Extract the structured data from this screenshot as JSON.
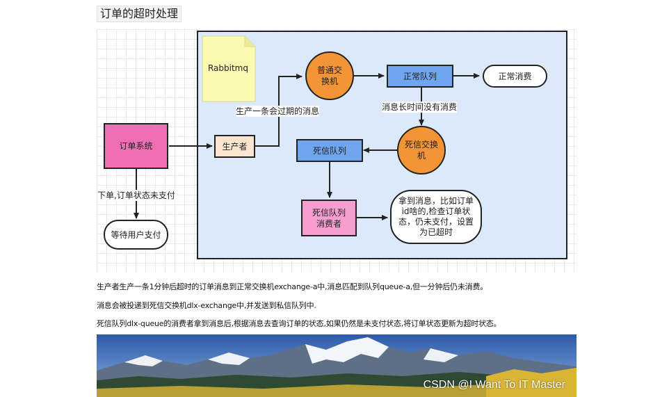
{
  "heading": "订单的超时处理",
  "diagram": {
    "note": "Rabbitmq",
    "order_system": "订单系统",
    "producer": "生产者",
    "normal_exchange": "普通交\n换机",
    "normal_queue": "正常队列",
    "normal_consume": "正常消费",
    "dead_exchange": "死信交换\n机",
    "dead_queue": "死信队列",
    "dead_consumer": "死信队列\n消费者",
    "check_bubble": "拿到消息，比如订单\nid啥的,检查订单状\n态，仍未支付，设置\n为已超时",
    "wait_payment": "等待用户支付",
    "label_produce": "生产一条会过期的消息",
    "label_no_consume": "消息长时间没有消费",
    "label_order": "下单,订单状态未支付",
    "colors": {
      "region": "#dbe9fb",
      "note": "#fafab0",
      "order_system": "#f06fb4",
      "producer": "#fbe5cf",
      "exchange": "#f39437",
      "queue": "#6fa6ef",
      "consumer": "#f59ecf"
    }
  },
  "paragraphs": [
    "生产者生产一条1分钟后超时的订单消息到正常交换机exchange-a中,消息匹配到队列queue-a,但一分钟后仍未消费。",
    "消息会被投递到死信交换机dlx-exchange中,并发送到私信队列中.",
    "死信队列dlx-queue的消费者拿到消息后,根据消息去查询订单的状态,如果仍然是未支付状态,将订单状态更新为超时状态。"
  ],
  "watermark": "CSDN @I Want To IT Master"
}
